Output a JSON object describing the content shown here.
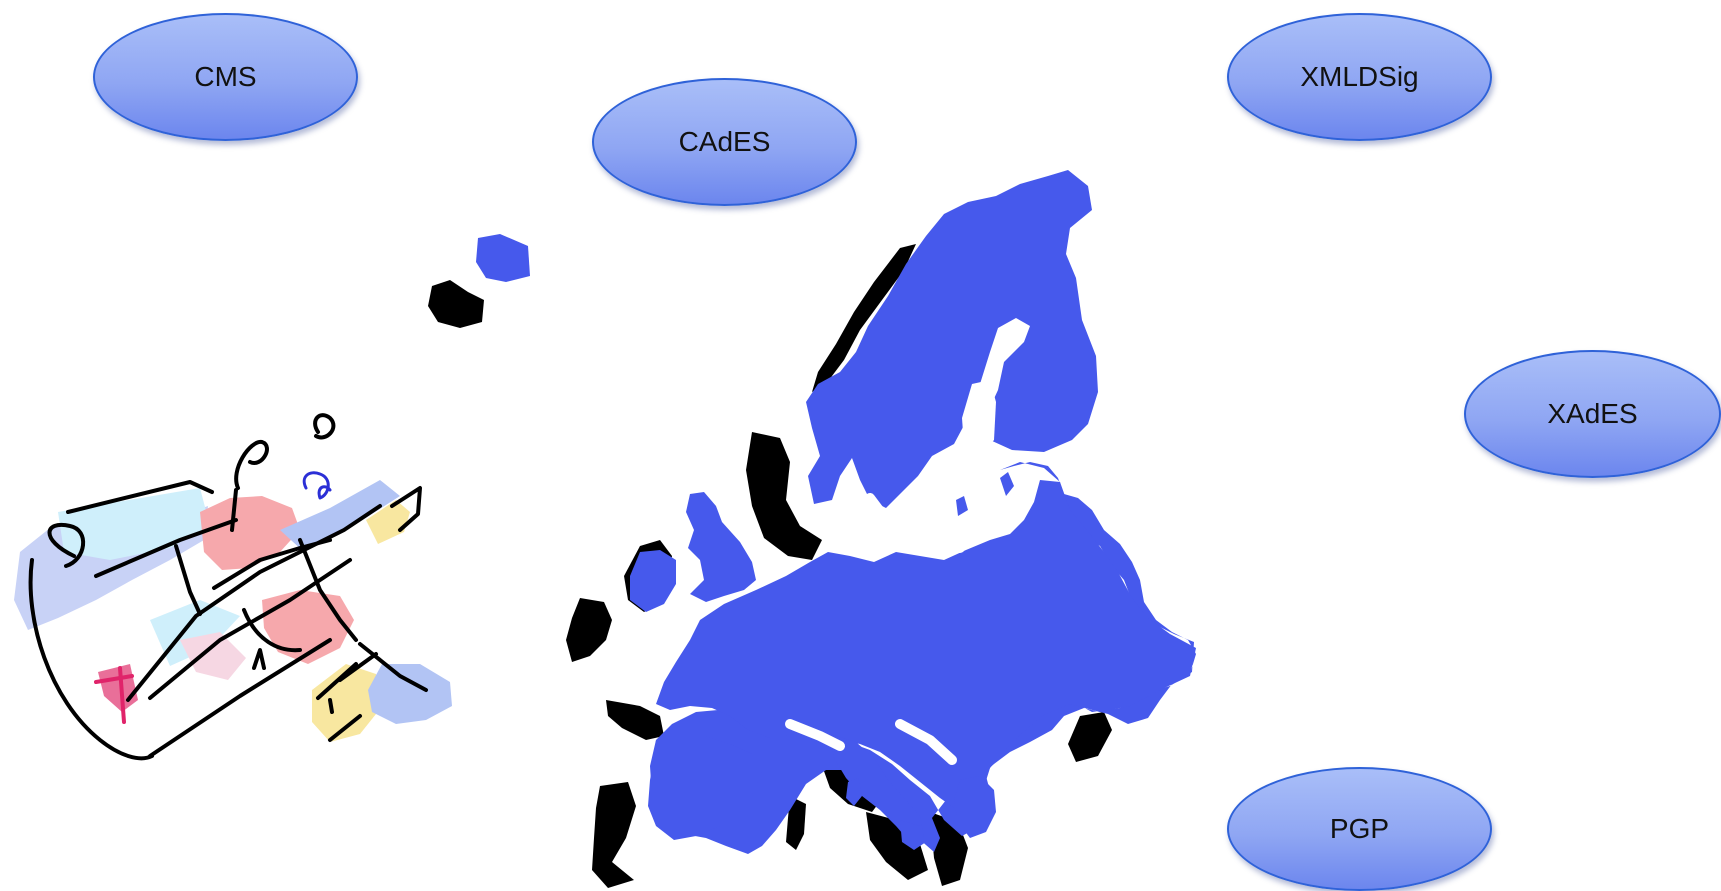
{
  "bubbles": {
    "cms": "CMS",
    "cades": "CAdES",
    "xmldsig": "XMLDSig",
    "xades": "XAdES",
    "pgp": "PGP"
  },
  "colors": {
    "bubble_fill": "#8fa6f3",
    "bubble_border": "#2f62d8",
    "map_blue": "#4659ec",
    "map_black": "#000000"
  },
  "icons": {
    "map": "europe-map-icon",
    "clipart": "scroll-quill-clipart-icon"
  }
}
